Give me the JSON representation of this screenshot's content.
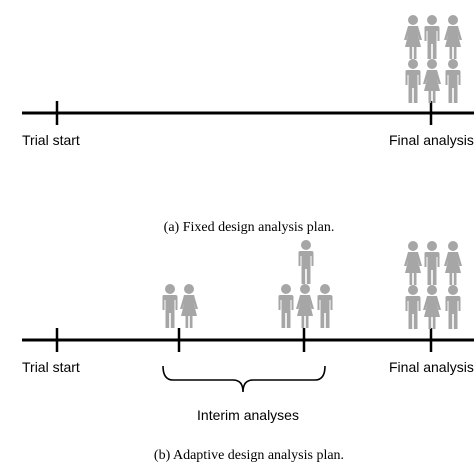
{
  "colors": {
    "timeline": "#000000",
    "person": "#a6a6a6",
    "text": "#000000"
  },
  "icons": {
    "male": "person-male-icon",
    "female": "person-female-icon"
  },
  "panel_a": {
    "caption": "(a) Fixed design analysis plan.",
    "start_label": "Trial start",
    "final_label": "Final analysis"
  },
  "panel_b": {
    "caption": "(b) Adaptive design analysis plan.",
    "start_label": "Trial start",
    "final_label": "Final analysis",
    "interim_label": "Interim analyses"
  }
}
